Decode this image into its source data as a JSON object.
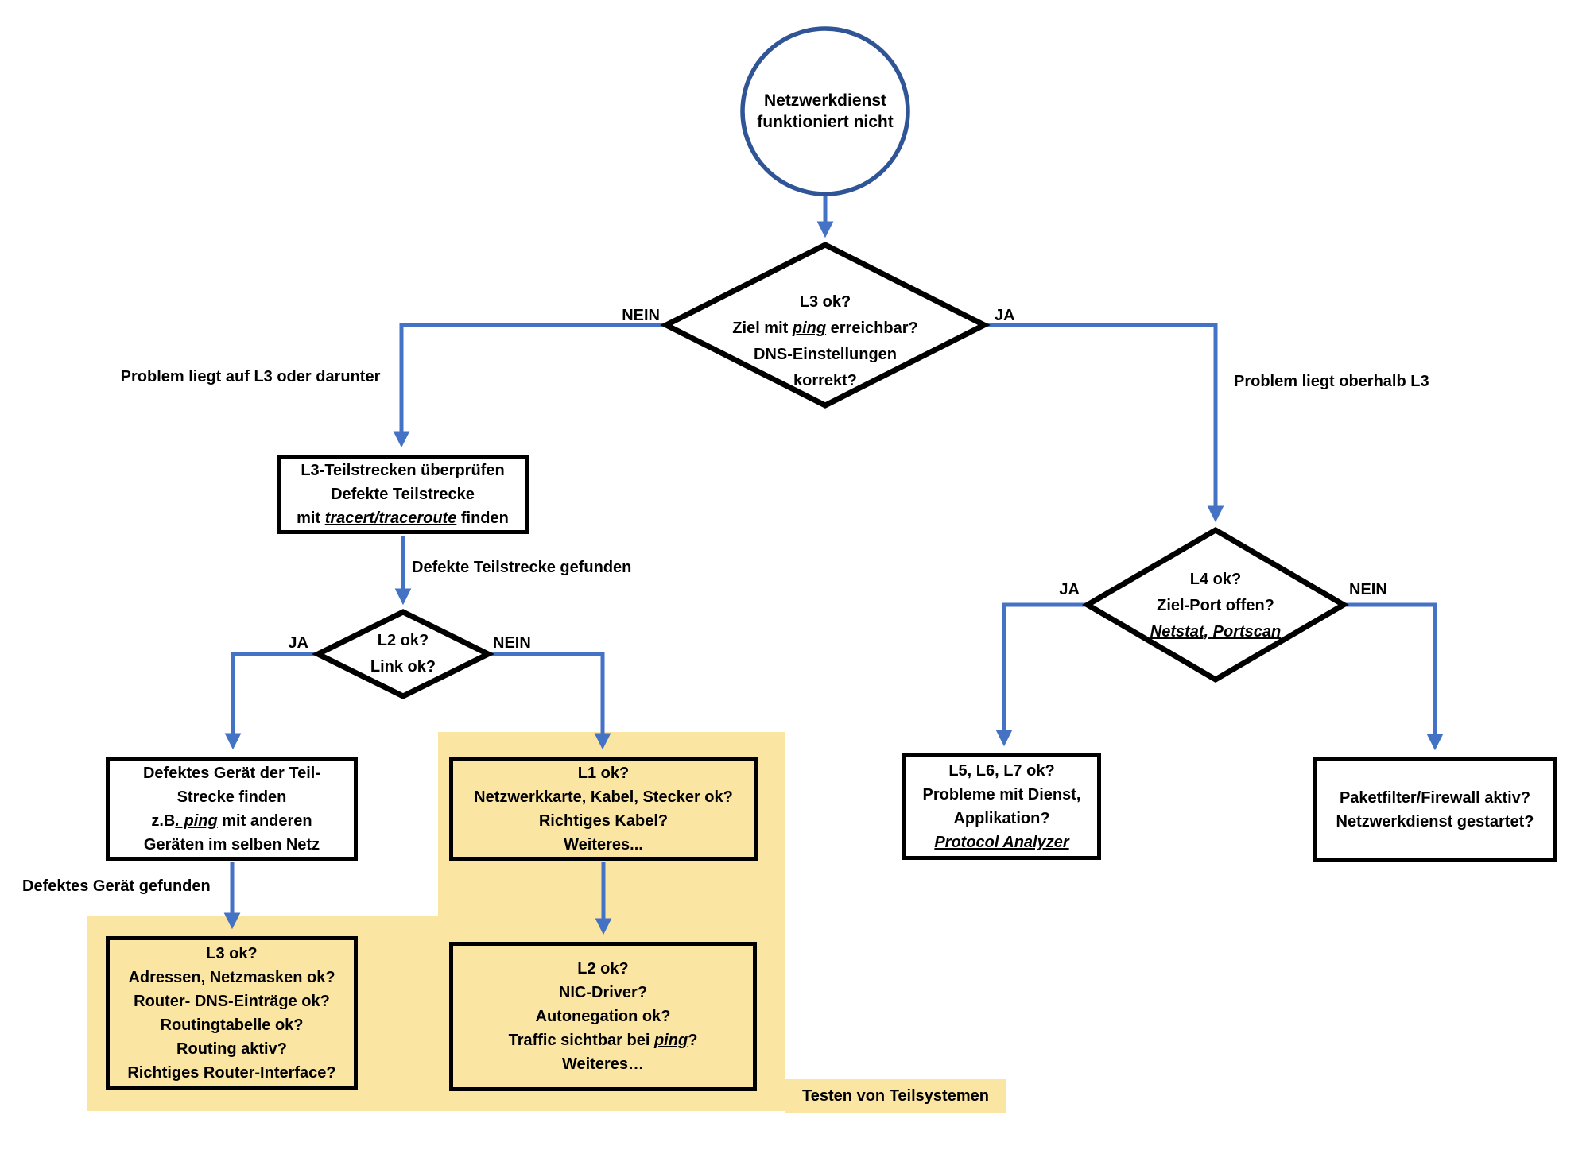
{
  "colors": {
    "arrow_blue": "#4472C4",
    "start_circle_stroke": "#2F5597",
    "highlight_yellow": "#FBE5A3",
    "shape_border": "#000000"
  },
  "flowchart": {
    "start": {
      "shape": "circle",
      "lines": [
        "Netzwerkdienst",
        "funktioniert nicht"
      ]
    },
    "decision_l3": {
      "shape": "diamond",
      "lines": [
        "L3 ok?",
        [
          {
            "t": "Ziel mit "
          },
          {
            "t": "ping",
            "u": true
          },
          {
            "t": " erreichbar?"
          }
        ],
        "DNS-Einstellungen",
        "korrekt?"
      ]
    },
    "box_teilstrecken": {
      "shape": "rect",
      "lines": [
        "L3-Teilstrecken überprüfen",
        "Defekte Teilstrecke",
        [
          {
            "t": "mit "
          },
          {
            "t": "tracert/traceroute",
            "u": true
          },
          {
            "t": " finden"
          }
        ]
      ]
    },
    "decision_l2": {
      "shape": "diamond",
      "lines": [
        "L2 ok?",
        "Link ok?"
      ]
    },
    "box_defektes_geraet": {
      "shape": "rect",
      "lines": [
        "Defektes Gerät der Teil-",
        "Strecke finden",
        [
          {
            "t": "z.B"
          },
          {
            "t": ". ping",
            "u": true
          },
          {
            "t": " mit anderen"
          }
        ],
        "Geräten im selben Netz"
      ]
    },
    "box_l1": {
      "shape": "rect",
      "lines": [
        "L1 ok?",
        "Netzwerkkarte, Kabel, Stecker ok?",
        "Richtiges Kabel?",
        "Weiteres..."
      ]
    },
    "box_l3_check": {
      "shape": "rect",
      "lines": [
        "L3 ok?",
        "Adressen, Netzmasken ok?",
        "Router- DNS-Einträge ok?",
        "Routingtabelle ok?",
        "Routing aktiv?",
        "Richtiges Router-Interface?"
      ]
    },
    "box_l2_check": {
      "shape": "rect",
      "lines": [
        "L2 ok?",
        "NIC-Driver?",
        "Autonegation ok?",
        [
          {
            "t": "Traffic sichtbar bei "
          },
          {
            "t": "ping",
            "u": true
          },
          {
            "t": "?"
          }
        ],
        "Weiteres…"
      ]
    },
    "decision_l4": {
      "shape": "diamond",
      "lines": [
        "L4 ok?",
        "Ziel-Port offen?",
        [
          {
            "t": "Netstat, Portscan",
            "u": true
          }
        ]
      ]
    },
    "box_l567": {
      "shape": "rect",
      "lines": [
        "L5, L6, L7 ok?",
        "Probleme mit Dienst,",
        "Applikation?",
        [
          {
            "t": "Protocol Analyzer",
            "u": true
          }
        ]
      ]
    },
    "box_firewall": {
      "shape": "rect",
      "lines": [
        "Paketfilter/Firewall aktiv?",
        "Netzwerkdienst gestartet?"
      ]
    }
  },
  "edge_labels": {
    "l3_no": "NEIN",
    "l3_yes": "JA",
    "l2_yes": "JA",
    "l2_no": "NEIN",
    "l4_yes": "JA",
    "l4_no": "NEIN"
  },
  "annotations": {
    "problem_below": "Problem liegt auf L3 oder darunter",
    "problem_above": "Problem liegt oberhalb L3",
    "defekte_teilstrecke": "Defekte Teilstrecke gefunden",
    "defektes_geraet": "Defektes Gerät gefunden",
    "testen": "Testen von Teilsystemen"
  }
}
